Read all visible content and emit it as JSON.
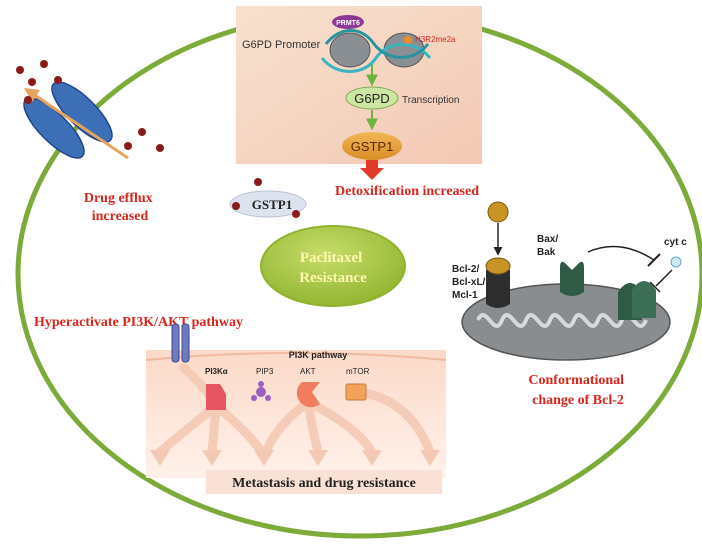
{
  "center": {
    "line1": "Paclitaxel",
    "line2": "Resistance"
  },
  "drug_efflux": {
    "line1": "Drug efflux",
    "line2": "increased"
  },
  "detox": {
    "prmt6": "PRMT6",
    "h3r2me2a": "H3R2me2a",
    "promoter": "G6PD Promoter",
    "g6pd": "G6PD",
    "transcription": "Transcription",
    "gstp1": "GSTP1",
    "caption": "Detoxification increased",
    "gstp1_badge": "GSTP1"
  },
  "bcl2": {
    "bcl_line1": "Bcl-2/",
    "bcl_line2": "Bcl-xL/",
    "bcl_line3": "Mcl-1",
    "bax_line1": "Bax/",
    "bax_line2": "Bak",
    "cytc": "cyt c",
    "caption_line1": "Conformational",
    "caption_line2": "change of Bcl-2"
  },
  "pi3k": {
    "title": "Hyperactivate PI3K/AKT pathway",
    "pathway": "PI3K pathway",
    "pi3ka": "PI3Kα",
    "pip3": "PIP3",
    "akt": "AKT",
    "mtor": "mTOR",
    "outcome": "Metastasis and drug resistance"
  },
  "colors": {
    "cell_border": "#7cab3a",
    "label_red": "#d9261c",
    "center_fill": "#a6c63a",
    "center_text": "#fff6b0",
    "arrow_green": "#6cb33f",
    "gstp1_orange": "#e8a33a"
  }
}
